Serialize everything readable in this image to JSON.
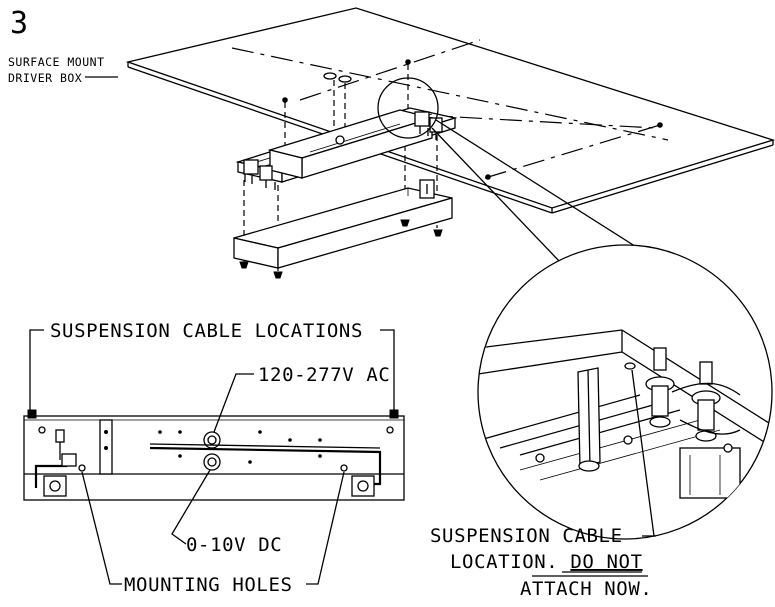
{
  "step_number": "3",
  "labels": {
    "surface_mount_line1": "SURFACE MOUNT",
    "surface_mount_line2": "DRIVER BOX",
    "suspension_cable_locations": "SUSPENSION CABLE LOCATIONS",
    "voltage_ac": "120-277V AC",
    "voltage_dc": "0-10V DC",
    "mounting_holes": "MOUNTING HOLES",
    "detail_line1": "SUSPENSION CABLE",
    "detail_line2_prefix": "LOCATION. ",
    "detail_line2_underlined": "DO NOT",
    "detail_line3": "ATTACH NOW."
  }
}
